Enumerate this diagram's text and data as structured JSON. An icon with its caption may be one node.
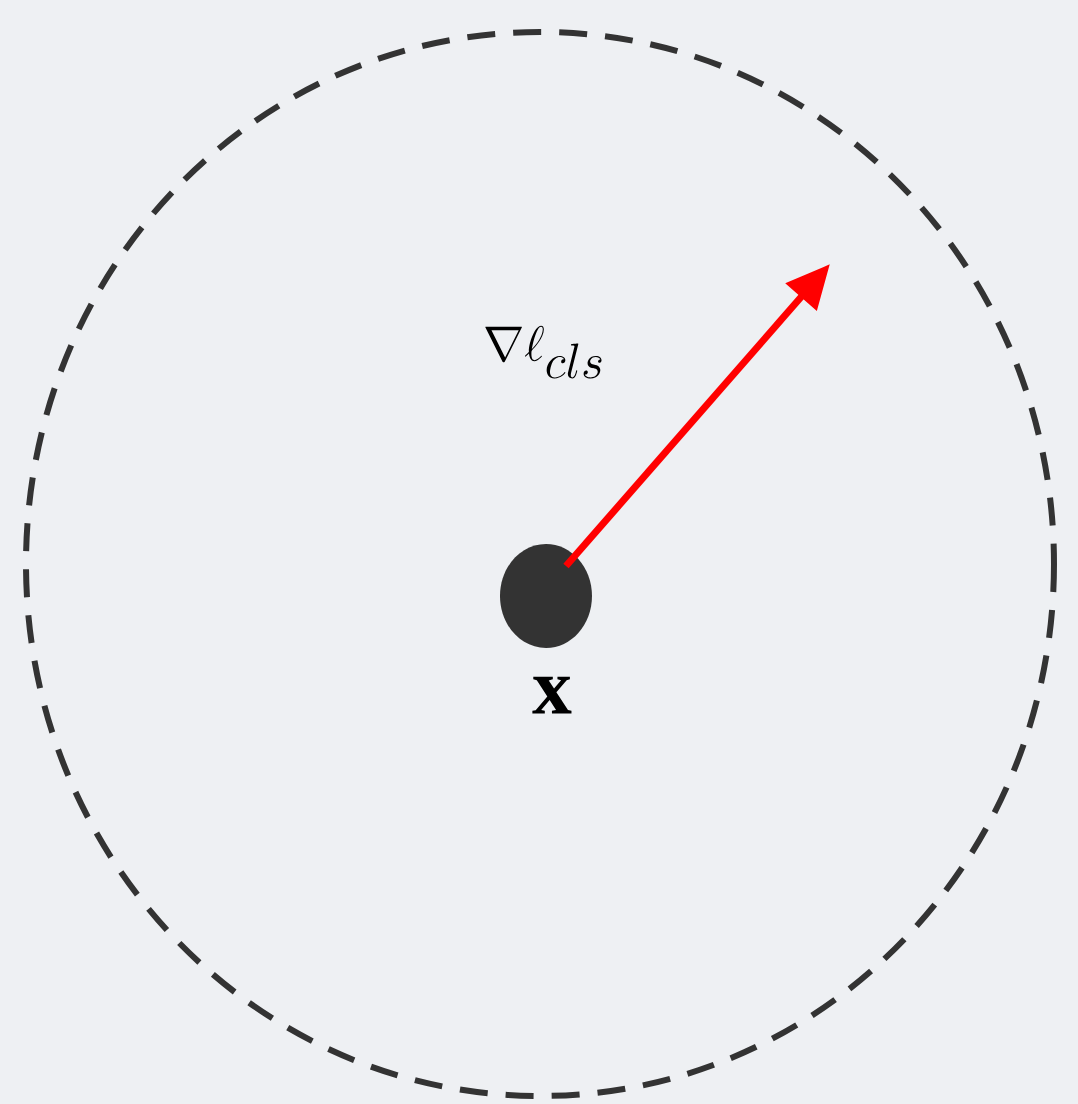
{
  "diagram": {
    "nodes": [
      {
        "text": [],
        "shape": "circle",
        "beside": [
          "\\mathbf{x}"
        ]
      }
    ],
    "labels": [
      "\\nabla\\ell_{cls}"
    ]
  }
}
